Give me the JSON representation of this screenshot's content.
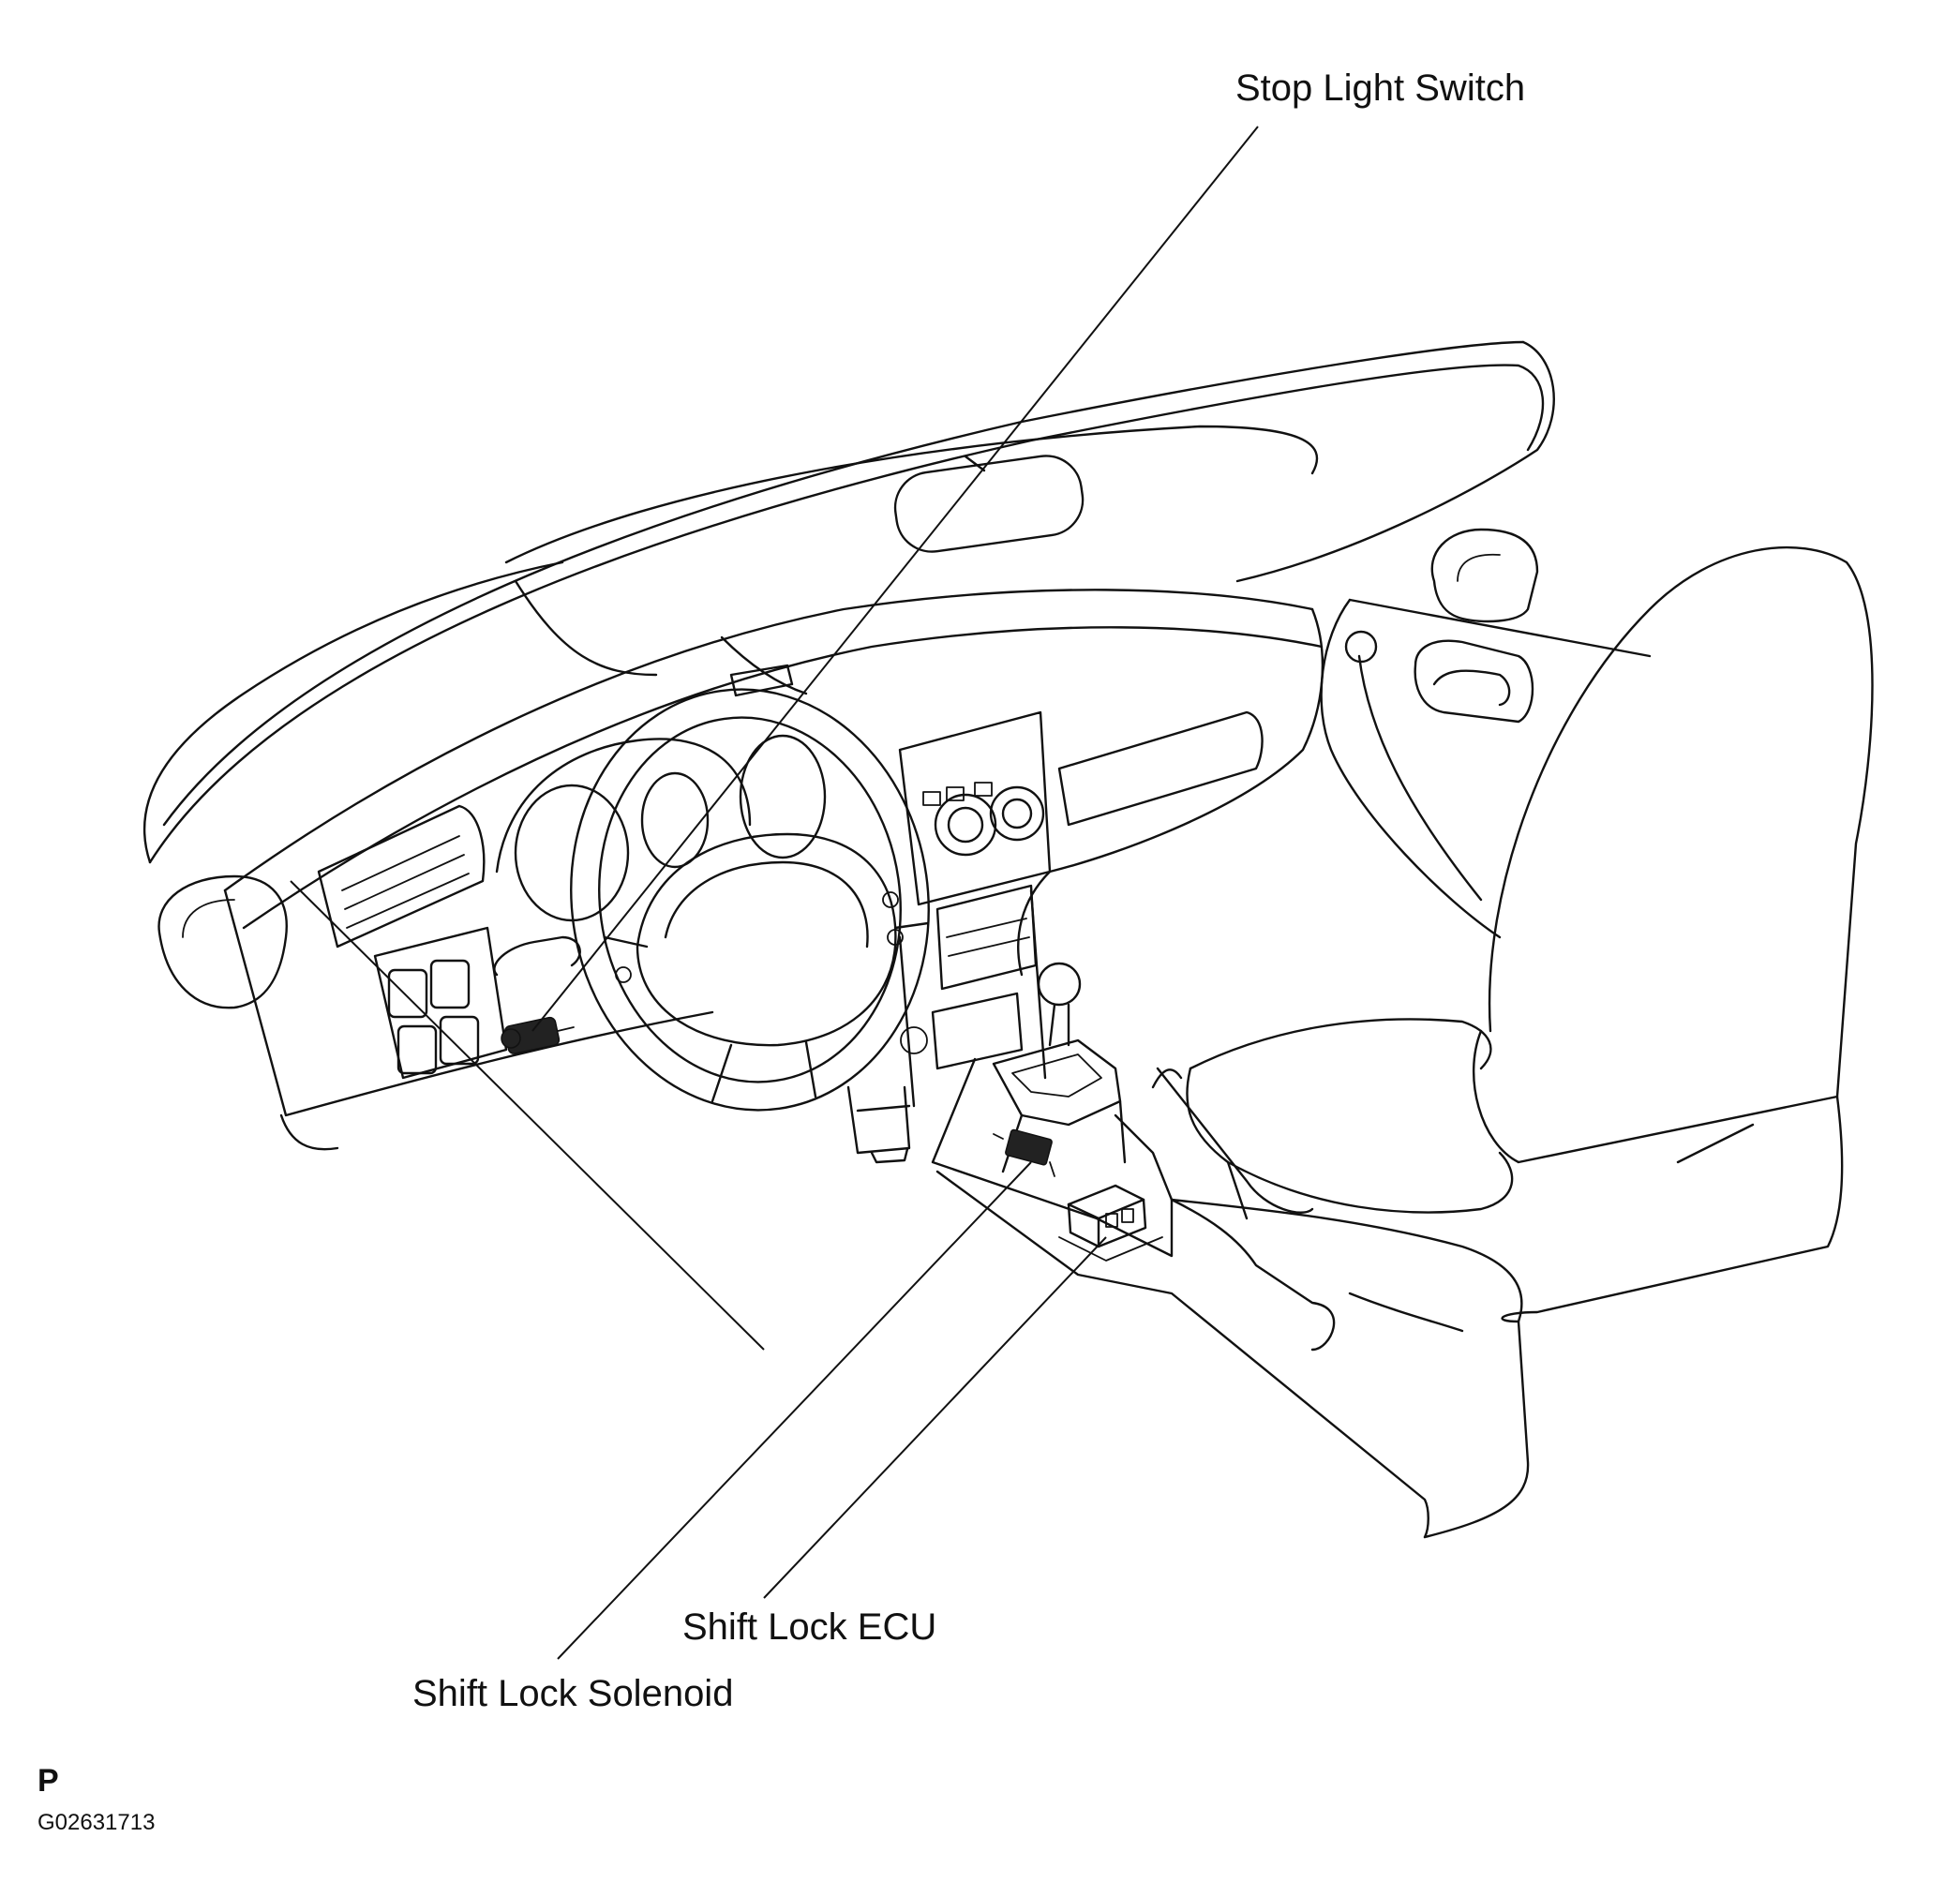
{
  "labels": {
    "stop_light_switch": "Stop Light Switch",
    "shift_lock_ecu": "Shift Lock ECU",
    "shift_lock_solenoid": "Shift Lock Solenoid",
    "view_letter": "P",
    "figure_code": "G02631713"
  }
}
